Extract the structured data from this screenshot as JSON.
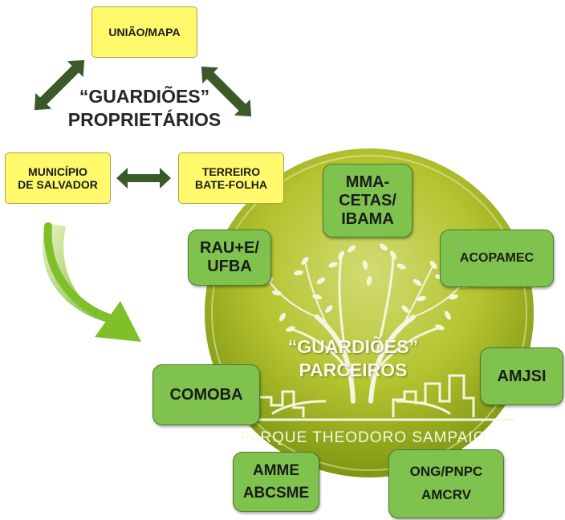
{
  "owners_title": {
    "line1": "“GUARDIÕES”",
    "line2": "PROPRIETÁRIOS"
  },
  "owners": {
    "uniao": {
      "line1": "UNIÃO/MAPA"
    },
    "municipio": {
      "line1": "MUNICÍPIO",
      "line2": "DE SALVADOR"
    },
    "terreiro": {
      "line1": "TERREIRO",
      "line2": "BATE-FOLHA"
    }
  },
  "partners_title": {
    "line1": "“GUARDIÕES”",
    "line2": "PARCEIROS"
  },
  "park_name": "PARQUE THEODORO SAMPAIO",
  "partners": {
    "mma": {
      "line1": "MMA-",
      "line2": "CETAS/",
      "line3": "IBAMA"
    },
    "acopamec": {
      "line1": "ACOPAMEC"
    },
    "rau": {
      "line1": "RAU+E/",
      "line2": "UFBA"
    },
    "amjsi": {
      "line1": "AMJSI"
    },
    "comoba": {
      "line1": "COMOBA"
    },
    "amme": {
      "line1": "AMME",
      "line2": "ABCSME"
    },
    "ong": {
      "line1": "ONG/PNPC",
      "line2": "AMCRV"
    }
  },
  "colors": {
    "owner_box": "#fff96b",
    "partner_box": "#7fc24e",
    "arrow": "#3a5a2a",
    "circle": "#a8b81e"
  }
}
